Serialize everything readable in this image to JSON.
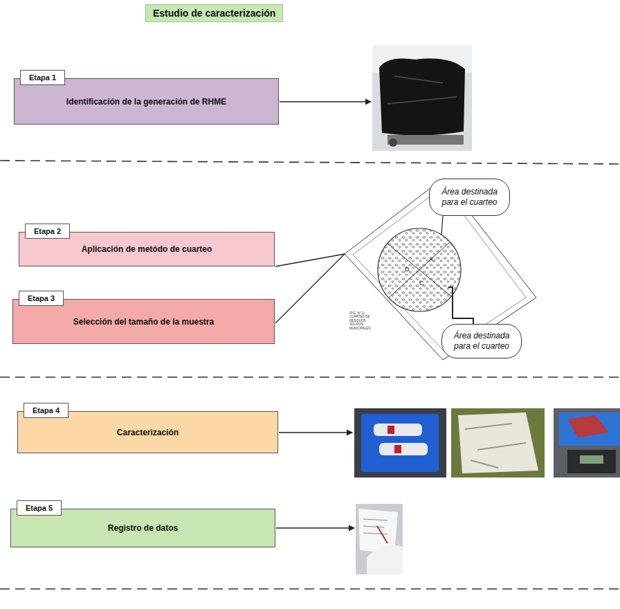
{
  "diagram": {
    "title": "Estudio de caracterización",
    "nodes": [
      {
        "text": [
          "Etapa 1",
          "Identificación de la generación de RHME"
        ]
      },
      {
        "text": [
          "Etapa 2",
          "Aplicación de metódo de cuarteo"
        ]
      },
      {
        "text": [
          "Etapa 3",
          "Selección del tamaño de la muestra"
        ]
      },
      {
        "text": [
          "Área destinada para el cuarteo"
        ]
      },
      {
        "text": [
          "Área destinada para el cuarteo"
        ]
      },
      {
        "text": [
          "Etapa 4",
          "Caracterización"
        ]
      },
      {
        "text": [
          "Etapa 5",
          "Registro de datos"
        ]
      }
    ],
    "labels": [
      "(FIG. N° 1) CUARTEO DE RESIDUOS SOLIDOS MUNICIPALES"
    ]
  }
}
